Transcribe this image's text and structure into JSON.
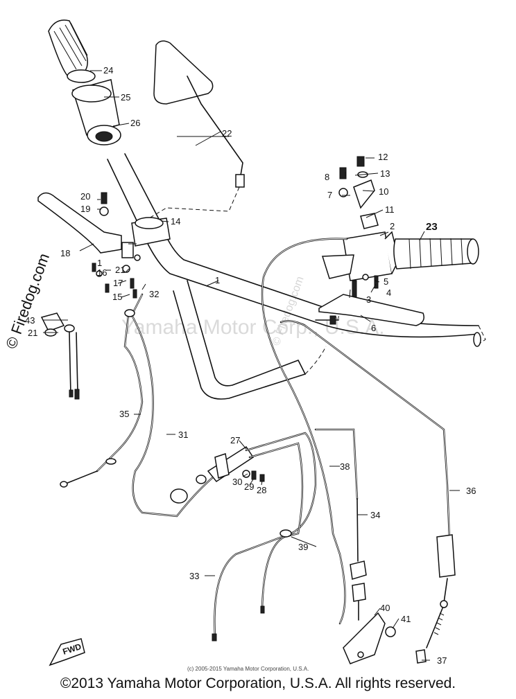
{
  "diagram": {
    "callouts": [
      {
        "id": "1",
        "text": "1"
      },
      {
        "id": "2",
        "text": "2"
      },
      {
        "id": "3",
        "text": "3"
      },
      {
        "id": "4",
        "text": "4"
      },
      {
        "id": "5",
        "text": "5"
      },
      {
        "id": "6",
        "text": "6"
      },
      {
        "id": "7",
        "text": "7"
      },
      {
        "id": "8",
        "text": "8"
      },
      {
        "id": "10",
        "text": "10"
      },
      {
        "id": "11",
        "text": "11"
      },
      {
        "id": "12",
        "text": "12"
      },
      {
        "id": "13",
        "text": "13"
      },
      {
        "id": "14",
        "text": "14"
      },
      {
        "id": "15",
        "text": "15"
      },
      {
        "id": "16",
        "text": "16"
      },
      {
        "id": "17",
        "text": "17"
      },
      {
        "id": "18",
        "text": "18"
      },
      {
        "id": "19",
        "text": "19"
      },
      {
        "id": "20",
        "text": "20"
      },
      {
        "id": "21a",
        "text": "21"
      },
      {
        "id": "21b",
        "text": "21"
      },
      {
        "id": "22",
        "text": "22"
      },
      {
        "id": "23",
        "text": "23"
      },
      {
        "id": "24",
        "text": "24"
      },
      {
        "id": "25",
        "text": "25"
      },
      {
        "id": "26",
        "text": "26"
      },
      {
        "id": "27",
        "text": "27"
      },
      {
        "id": "28",
        "text": "28"
      },
      {
        "id": "29",
        "text": "29"
      },
      {
        "id": "30",
        "text": "30"
      },
      {
        "id": "31",
        "text": "31"
      },
      {
        "id": "32",
        "text": "32"
      },
      {
        "id": "33",
        "text": "33"
      },
      {
        "id": "34",
        "text": "34"
      },
      {
        "id": "35",
        "text": "35"
      },
      {
        "id": "36",
        "text": "36"
      },
      {
        "id": "37",
        "text": "37"
      },
      {
        "id": "38",
        "text": "38"
      },
      {
        "id": "39",
        "text": "39"
      },
      {
        "id": "40",
        "text": "40"
      },
      {
        "id": "41",
        "text": "41"
      },
      {
        "id": "43",
        "text": "43"
      }
    ],
    "fwd_label": "FWD",
    "watermark_center": "Yamaha Motor Corp., U.S.A.",
    "watermark_side": "© Firedog.com",
    "tm_mark": "TM",
    "small_copyright": "(c) 2005-2015 Yamaha Motor Corporation, U.S.A."
  },
  "footer": {
    "copyright": "©2013 Yamaha Motor Corporation, U.S.A. All rights reserved."
  }
}
